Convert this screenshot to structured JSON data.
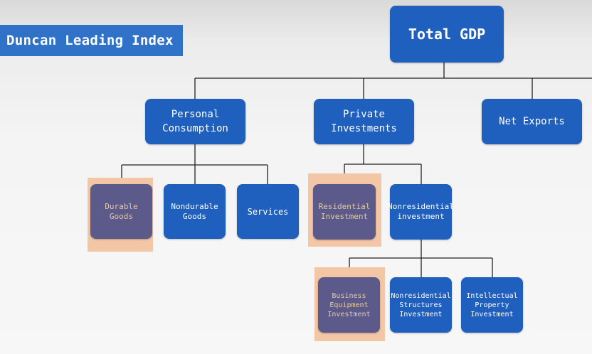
{
  "title": "Duncan Leading Index",
  "nodes": {
    "total_gdp": "Total GDP",
    "personal_consumption": "Personal\nConsumption",
    "private_investments": "Private\nInvestments",
    "net_exports": "Net Exports",
    "durable_goods": "Durable\nGoods",
    "nondurable_goods": "Nondurable\nGoods",
    "services": "Services",
    "residential_investment": "Residential\nInvestment",
    "nonresidential_investment": "Nonresidential\ninvestment",
    "business_equipment_investment": "Business\nEquipment\nInvestment",
    "nonresidential_structures_investment": "Nonresidential\nStructures\nInvestment",
    "intellectual_property_investment": "Intellectual\nProperty\nInvestment"
  },
  "highlighted": [
    "Durable Goods",
    "Residential Investment",
    "Business Equipment Investment"
  ],
  "colors": {
    "node": "#1f5fbd",
    "highlight_box": "#f3c6a6",
    "highlight_node": "#5b5a8a",
    "title_bg": "#2f72c8"
  }
}
